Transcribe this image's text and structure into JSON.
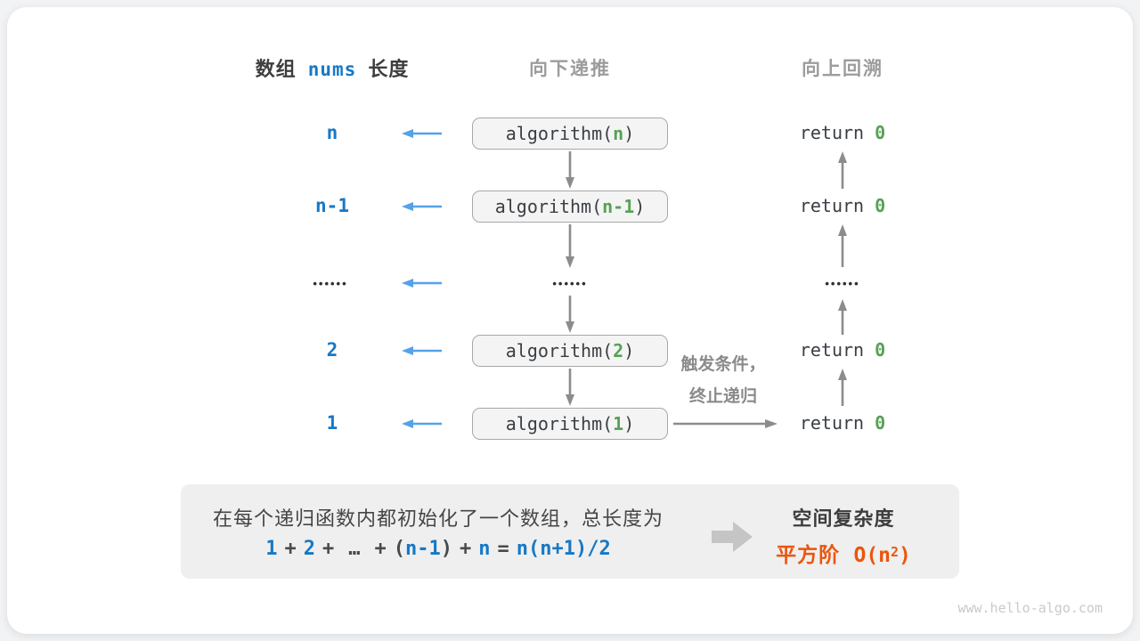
{
  "meta": {
    "watermark": "www.hello-algo.com"
  },
  "colors": {
    "accent_blue": "#1778c5",
    "arrow_light_blue": "#55a2e8",
    "code_green": "#56a156",
    "result_orange": "#ec550c",
    "arrow_gray": "#8c8c8c",
    "box_fill": "#f4f4f4",
    "summary_fill": "#efefef"
  },
  "headers": {
    "array_prefix": "数组",
    "array_code": "nums",
    "array_suffix": "长度",
    "recurse_down": "向下递推",
    "backtrack_up": "向上回溯"
  },
  "ellipsis": "••••••",
  "code": {
    "call_prefix": "algorithm(",
    "call_suffix": ")",
    "return_keyword": "return ",
    "return_value": "0"
  },
  "rows": [
    {
      "type": "call",
      "label": "n",
      "arg": "n"
    },
    {
      "type": "call",
      "label": "n-1",
      "arg": "n-1"
    },
    {
      "type": "ellipsis"
    },
    {
      "type": "call",
      "label": "2",
      "arg": "2"
    },
    {
      "type": "call",
      "label": "1",
      "arg": "1"
    }
  ],
  "annotation": {
    "line1": "触发条件，",
    "line2": "终止递归"
  },
  "summary": {
    "description": "在每个递归函数内都初始化了一个数组，总长度为",
    "formula": {
      "t1": "1",
      "plus1": "+",
      "t2": "2",
      "plus2": "+",
      "dots": "…",
      "plus3": "+",
      "open": "(",
      "t3": "n-1",
      "close": ")",
      "plus4": "+",
      "t4": "n",
      "eq": "=",
      "t5": "n(n+1)/2"
    },
    "result_title": "空间复杂度",
    "result_order": "平方阶",
    "result_o_prefix": "O(n",
    "result_o_exp": "2",
    "result_o_suffix": ")"
  }
}
